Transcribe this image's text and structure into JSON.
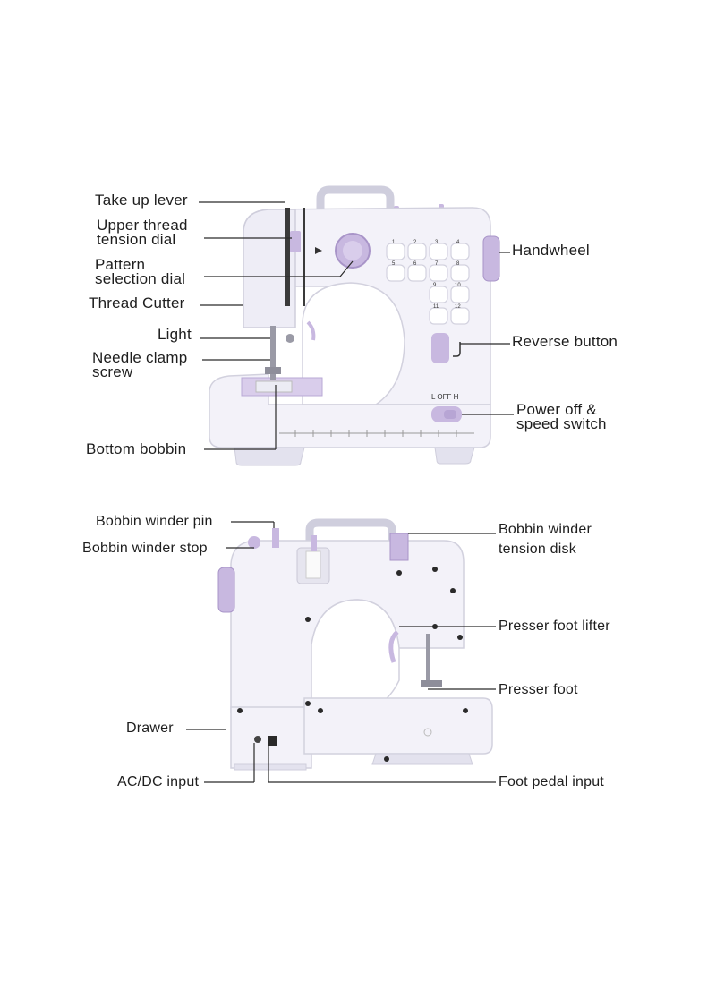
{
  "colors": {
    "body": "#f3f2f9",
    "shade": "#dcdbe8",
    "outline": "#c9c8d6",
    "accent": "#c8b8e0",
    "accent_dark": "#a894c8",
    "ink": "#2a2a2a"
  },
  "front_view": {
    "labels": {
      "take_up_lever": "Take up lever",
      "upper_thread_tension_dial": [
        "Upper thread",
        "tension dial"
      ],
      "pattern_selection_dial": [
        "Pattern",
        "selection dial"
      ],
      "thread_cutter": "Thread Cutter",
      "light": "Light",
      "needle_clamp_screw": [
        "Needle clamp",
        "screw"
      ],
      "bottom_bobbin": "Bottom bobbin",
      "handwheel": "Handwheel",
      "reverse_button": "Reverse button",
      "power_speed_switch": [
        "Power off &",
        "speed switch"
      ]
    },
    "switch_text": "L  OFF  H",
    "stitch_numbers": [
      "1",
      "2",
      "3",
      "4",
      "5",
      "6",
      "7",
      "8",
      "9",
      "10",
      "11",
      "12"
    ]
  },
  "back_view": {
    "labels": {
      "bobbin_winder_pin": "Bobbin winder pin",
      "bobbin_winder_stop": "Bobbin winder stop",
      "bobbin_winder_tension_disk": [
        "Bobbin winder",
        "tension disk"
      ],
      "presser_foot_lifter": "Presser foot lifter",
      "presser_foot": "Presser foot",
      "drawer": "Drawer",
      "ac_dc_input": "AC/DC input",
      "foot_pedal_input": "Foot pedal input"
    }
  }
}
